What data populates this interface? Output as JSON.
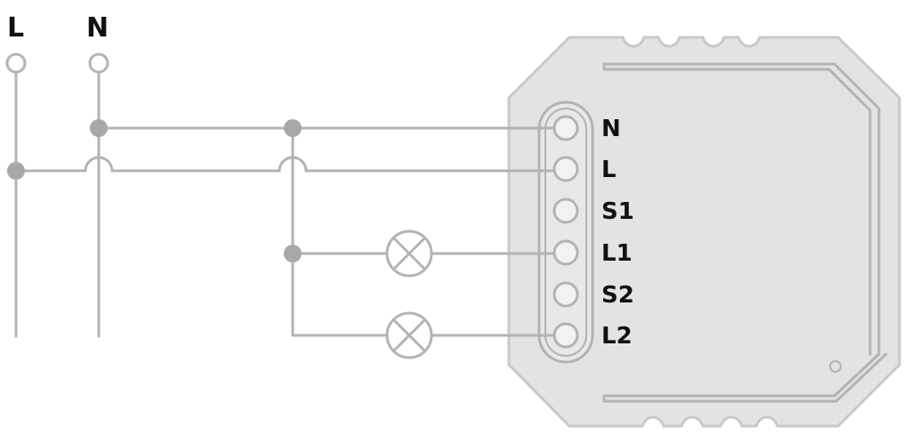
{
  "supply": {
    "live_label": "L",
    "neutral_label": "N"
  },
  "module": {
    "terminals": [
      {
        "label": "N"
      },
      {
        "label": "L"
      },
      {
        "label": "S1"
      },
      {
        "label": "L1"
      },
      {
        "label": "S2"
      },
      {
        "label": "L2"
      }
    ]
  },
  "colors": {
    "wire": "#b3b3b3",
    "junction": "#a8a8a8",
    "module_fill": "#e3e3e3",
    "module_stroke": "#c8c8c8",
    "text": "#111111"
  }
}
